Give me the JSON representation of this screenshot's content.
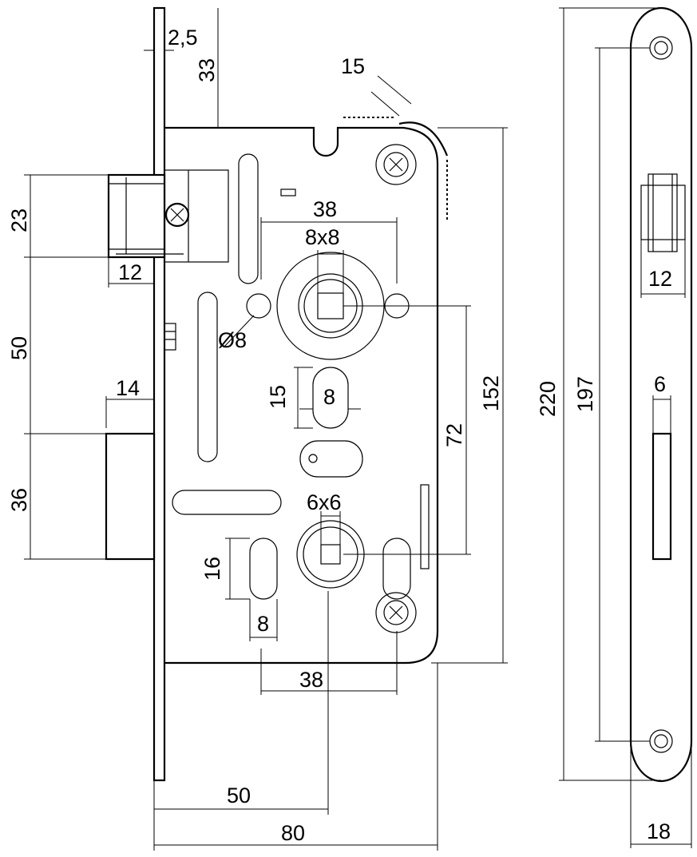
{
  "labels": {
    "faceplate_thickness": "2,5",
    "top_offset": "33",
    "bevel": "15",
    "latch_height": "23",
    "latch_depth": "12",
    "latch_to_bolt": "50",
    "bolt_projection": "14",
    "bolt_height": "36",
    "spindle_spacing": "38",
    "spindle_size": "8x8",
    "hole_diameter": "Ø8",
    "slot_height_upper": "15",
    "slot_width_upper": "8",
    "center_distance": "72",
    "case_height": "152",
    "cylinder_size": "6x6",
    "slot_height_lower": "16",
    "slot_width_lower": "8",
    "bottom_spacing": "38",
    "backset": "50",
    "case_depth": "80",
    "plate_length": "220",
    "plate_hole_spacing": "197",
    "strike_latch_width": "12",
    "strike_bolt_width": "6",
    "plate_width": "18"
  }
}
